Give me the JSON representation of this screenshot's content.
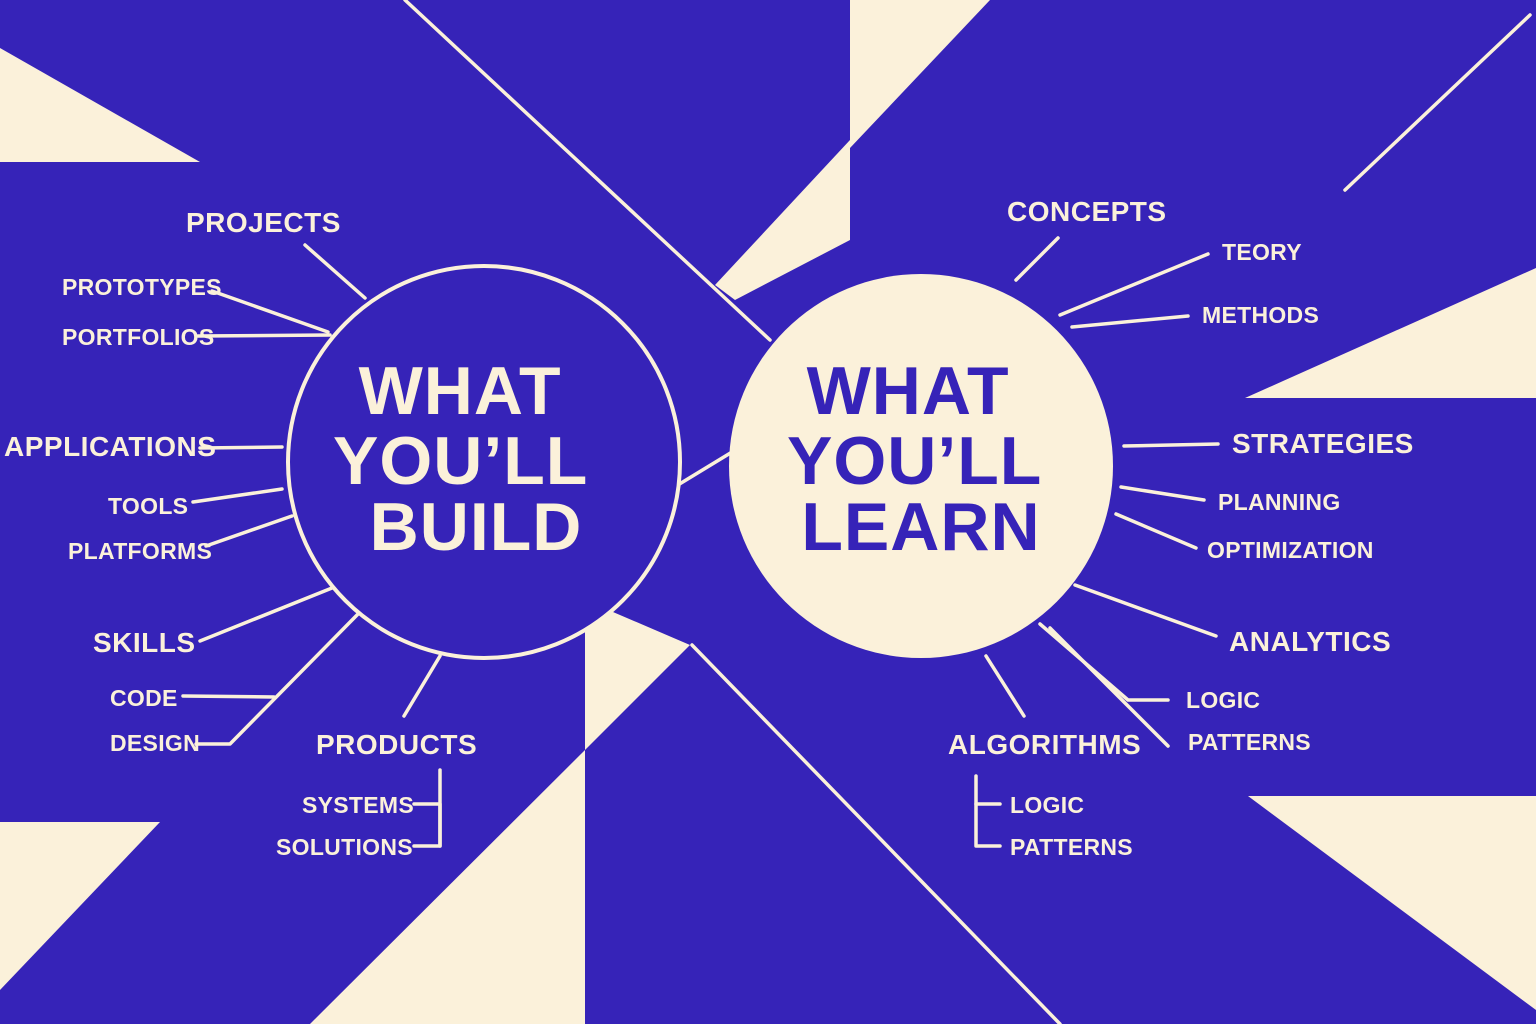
{
  "colors": {
    "background": "#3623b8",
    "cream": "#fbf1da"
  },
  "build": {
    "title_lines": [
      "WHAT",
      "YOU’LL",
      "BUILD"
    ],
    "labels": {
      "projects": "PROJECTS",
      "prototypes": "PROTOTYPES",
      "portfolios": "PORTFOLIOS",
      "applications": "APPLICATIONS",
      "tools": "TOOLS",
      "platforms": "PLATFORMS",
      "skills": "SKILLS",
      "code": "CODE",
      "design": "DESIGN",
      "products": "PRODUCTS",
      "systems": "SYSTEMS",
      "solutions": "SOLUTIONS"
    }
  },
  "learn": {
    "title_lines": [
      "WHAT",
      "YOU’LL",
      "LEARN"
    ],
    "labels": {
      "concepts": "CONCEPTS",
      "teory": "TEORY",
      "methods": "METHODS",
      "strategies": "STRATEGIES",
      "planning": "PLANNING",
      "optimization": "OPTIMIZATION",
      "analytics": "ANALYTICS",
      "logic_right": "LOGIC",
      "patterns_right": "PATTERNS",
      "algorithms": "ALGORITHMS",
      "logic_bottom": "LOGIC",
      "patterns_bottom": "PATTERNS"
    }
  }
}
